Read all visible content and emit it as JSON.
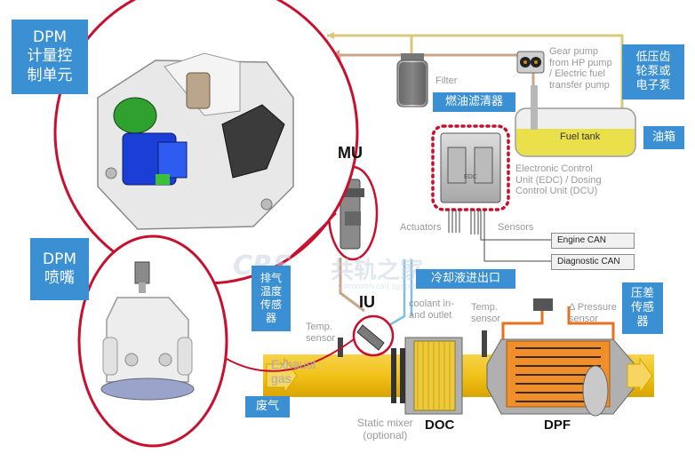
{
  "boxes": {
    "dpm_metering": "DPM\n计量控\n制单元",
    "dpm_nozzle": "DPM\n喷嘴",
    "fuel_filter": "燃油滤清器",
    "low_pressure_pump": "低压齿\n轮泵或\n电子泵",
    "fuel_tank": "油箱",
    "exhaust_temp_sensor": "排气\n温度\n传感\n器",
    "coolant_port": "冷却液进出口",
    "diff_pressure_sensor": "压差\n传感\n器",
    "exhaust_gas": "废气"
  },
  "labels": {
    "filter": "Filter",
    "gear_pump": "Gear pump\nfrom HP pump\n/ Electric fuel\ntransfer pump",
    "fuel_tank": "Fuel tank",
    "mu": "MU",
    "iu": "IU",
    "ecu": "Electronic Control\nUnit (EDC) / Dosing\nControl Unit (DCU)",
    "ecu_chip": "EDC",
    "actuators": "Actuators",
    "sensors": "Sensors",
    "engine_can": "Engine CAN",
    "diagnostic_can": "Diagnostic CAN",
    "coolant": "coolant in-\nand outlet",
    "temp_sensor_left": "Temp.\nsensor",
    "temp_sensor_mid": "Temp.\nsensor",
    "delta_pressure": "Δ Pressure\nsensor",
    "exhaust": "Exhaust\ngas",
    "static_mixer": "Static mixer\n(optional)",
    "doc": "DOC",
    "dpf": "DPF"
  },
  "watermark": {
    "logo": "CRS",
    "cn": "共轨之家",
    "en": "Common rail system home"
  },
  "colors": {
    "box_blue": "#3b8fd3",
    "exhaust_yellow": "#f2c21a",
    "callout_red": "#c8102e",
    "fuel_line": "#d8c878",
    "return_line": "#c9a58a",
    "dpf_orange": "#e9701e"
  }
}
